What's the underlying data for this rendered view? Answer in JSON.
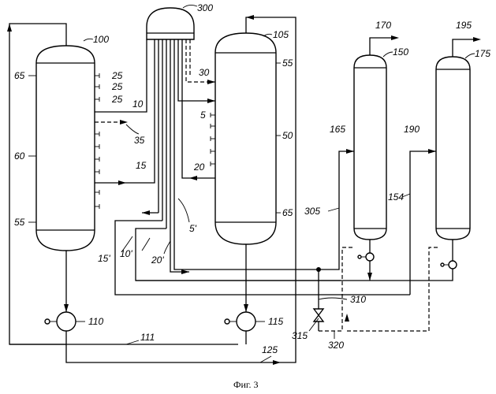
{
  "labels": {
    "l300": "300",
    "l100": "100",
    "l105": "105",
    "l170": "170",
    "l150": "150",
    "l195": "195",
    "l175": "175",
    "l65a": "65",
    "l25a": "25",
    "l25b": "25",
    "l25c": "25",
    "l10": "10",
    "l35": "35",
    "l60": "60",
    "l15": "15",
    "l55a": "55",
    "l30": "30",
    "l55b": "55",
    "l5": "5",
    "l50": "50",
    "l20": "20",
    "l65b": "65",
    "l165": "165",
    "l190": "190",
    "l305": "305",
    "l154": "154",
    "l5p": "5'",
    "l15p": "15'",
    "l10p": "10'",
    "l20p": "20'",
    "l110": "110",
    "l115": "115",
    "l111": "111",
    "l125": "125",
    "l310": "310",
    "l315": "315",
    "l320": "320"
  },
  "caption": "Фиг. 3"
}
